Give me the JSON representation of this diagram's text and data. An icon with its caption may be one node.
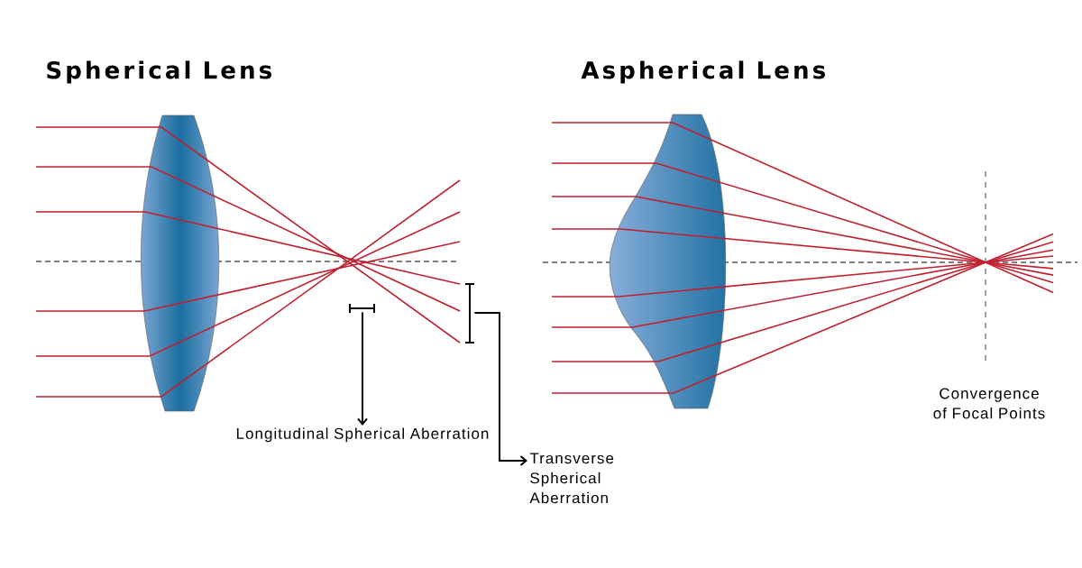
{
  "diagram": {
    "nodes": [
      {
        "text": [],
        "shape": "bar"
      },
      {
        "text": [
          "Longitudinal Spherical Aberration"
        ]
      },
      {
        "text": [],
        "shape": "bar"
      },
      {
        "text": [
          "Transverse Spherical Aberration"
        ]
      }
    ],
    "edges": [
      {
        "from": 0,
        "to": 1,
        "arrow": "to"
      },
      {
        "from": 2,
        "to": 3,
        "arrow": "to"
      }
    ],
    "labels": [
      "Spherical Lens",
      "Aspherical Lens",
      "Convergence of Focal Points"
    ]
  }
}
